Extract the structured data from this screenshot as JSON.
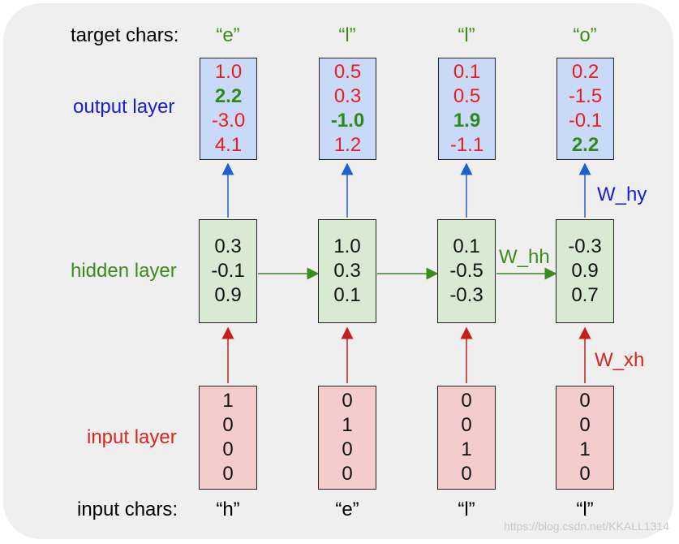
{
  "labels": {
    "target_chars": "target chars:",
    "output_layer": "output layer",
    "hidden_layer": "hidden layer",
    "input_layer": "input layer",
    "input_chars": "input chars:"
  },
  "weights": {
    "w_hy": "W_hy",
    "w_hh": "W_hh",
    "w_xh": "W_xh"
  },
  "watermark": "https://blog.csdn.net/KKALL1314",
  "colors": {
    "output": "#1a1adb",
    "hidden": "#3c8c1c",
    "input": "#d9251e",
    "output_box": "#c9daf8",
    "hidden_box": "#d9ead3",
    "input_box": "#f4cccc",
    "wrong_score": "#ee1b1b",
    "correct_score": "#2f8a1a"
  },
  "steps": [
    {
      "target": "“e”",
      "input": "“h”",
      "output": [
        {
          "v": "1.0",
          "c": false
        },
        {
          "v": "2.2",
          "c": true
        },
        {
          "v": "-3.0",
          "c": false
        },
        {
          "v": "4.1",
          "c": false
        }
      ],
      "hidden": [
        "0.3",
        "-0.1",
        "0.9"
      ],
      "onehot": [
        "1",
        "0",
        "0",
        "0"
      ]
    },
    {
      "target": "“l”",
      "input": "“e”",
      "output": [
        {
          "v": "0.5",
          "c": false
        },
        {
          "v": "0.3",
          "c": false
        },
        {
          "v": "-1.0",
          "c": true
        },
        {
          "v": "1.2",
          "c": false
        }
      ],
      "hidden": [
        "1.0",
        "0.3",
        "0.1"
      ],
      "onehot": [
        "0",
        "1",
        "0",
        "0"
      ]
    },
    {
      "target": "“l”",
      "input": "“l”",
      "output": [
        {
          "v": "0.1",
          "c": false
        },
        {
          "v": "0.5",
          "c": false
        },
        {
          "v": "1.9",
          "c": true
        },
        {
          "v": "-1.1",
          "c": false
        }
      ],
      "hidden": [
        "0.1",
        "-0.5",
        "-0.3"
      ],
      "onehot": [
        "0",
        "0",
        "1",
        "0"
      ]
    },
    {
      "target": "“o”",
      "input": "“l”",
      "output": [
        {
          "v": "0.2",
          "c": false
        },
        {
          "v": "-1.5",
          "c": false
        },
        {
          "v": "-0.1",
          "c": false
        },
        {
          "v": "2.2",
          "c": true
        }
      ],
      "hidden": [
        "-0.3",
        "0.9",
        "0.7"
      ],
      "onehot": [
        "0",
        "0",
        "1",
        "0"
      ]
    }
  ]
}
